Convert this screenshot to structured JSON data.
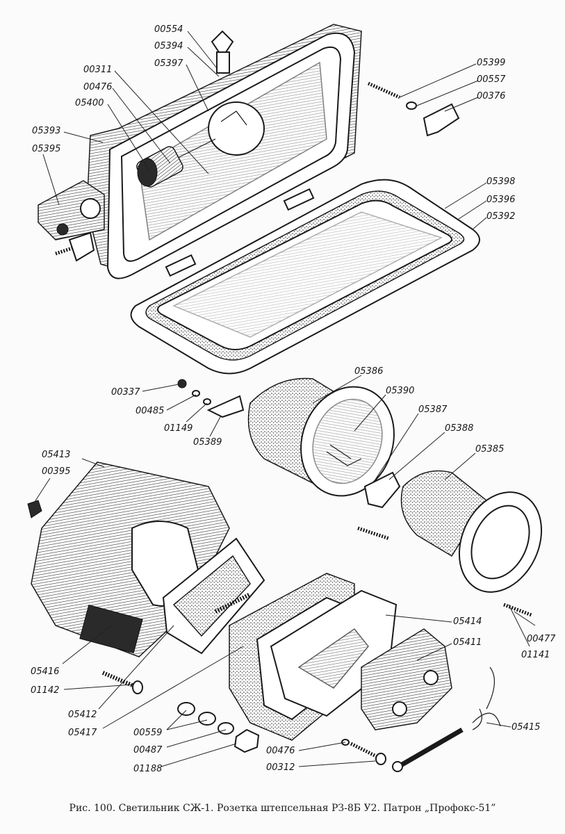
{
  "caption": "Рис. 100. Светильник СЖ-1. Розетка штепсельная РЗ-8Б У2. Патрон „Профокс-51”",
  "part_labels": [
    "00554",
    "05394",
    "05397",
    "00311",
    "00476",
    "05400",
    "05393",
    "05395",
    "05399",
    "00557",
    "00376",
    "05398",
    "05396",
    "05392",
    "05386",
    "05390",
    "05387",
    "05388",
    "05385",
    "00337",
    "00485",
    "01149",
    "05389",
    "05413",
    "00395",
    "05414",
    "05411",
    "00477",
    "01141",
    "05416",
    "01142",
    "05412",
    "05417",
    "00559",
    "00487",
    "01188",
    "00476",
    "00312",
    "05415"
  ]
}
